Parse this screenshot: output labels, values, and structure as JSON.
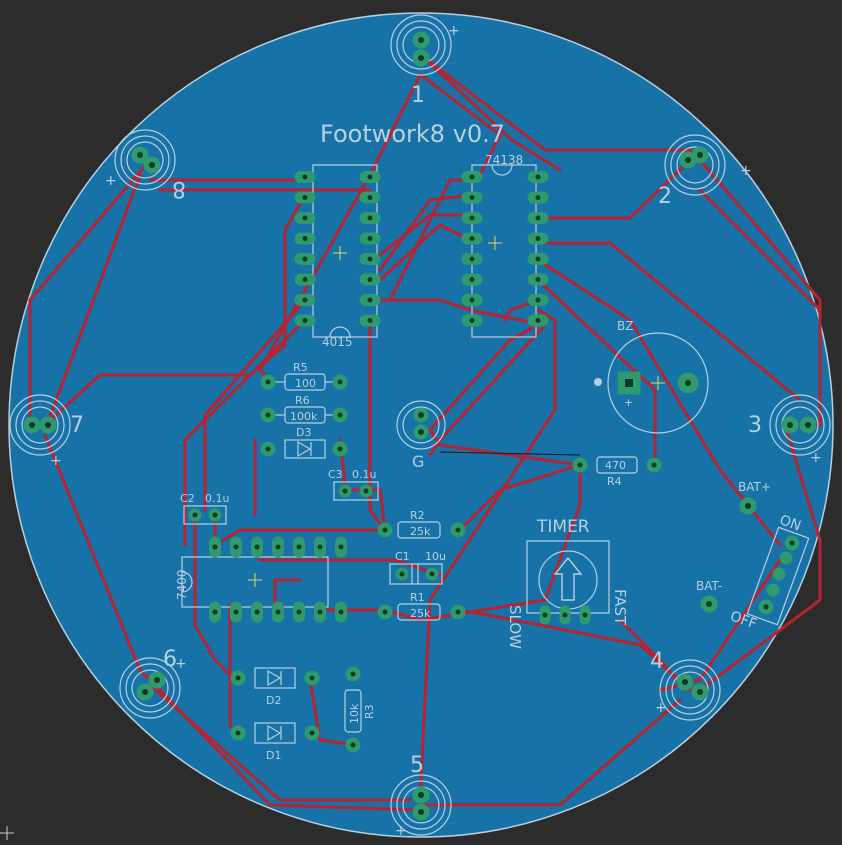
{
  "board": {
    "title": "Footwork8 v0.7",
    "colors": {
      "background": "#2c2c2c",
      "copper": "#1672a7",
      "trace": "#b8232f",
      "pad": "#2e9a6e",
      "silkscreen": "#b8cfe0"
    }
  },
  "connectors": [
    "1",
    "2",
    "3",
    "4",
    "5",
    "6",
    "7",
    "8"
  ],
  "chips": {
    "u1": "4015",
    "u2": "74138",
    "u3": "7400"
  },
  "resistors": {
    "r1": {
      "ref": "R1",
      "value": "25k"
    },
    "r2": {
      "ref": "R2",
      "value": "25k"
    },
    "r3": {
      "ref": "R3",
      "value": "10k"
    },
    "r4": {
      "ref": "R4",
      "value": "470"
    },
    "r5": {
      "ref": "R5",
      "value": "100"
    },
    "r6": {
      "ref": "R6",
      "value": "100k"
    }
  },
  "diodes": {
    "d1": "D1",
    "d2": "D2",
    "d3": "D3"
  },
  "capacitors": {
    "c1": {
      "ref": "C1",
      "value": "10u"
    },
    "c2": {
      "ref": "C2",
      "value": "0.1u"
    },
    "c3": {
      "ref": "C3",
      "value": "0.1u"
    }
  },
  "buzzer": {
    "ref": "BZ",
    "plus": "+"
  },
  "center_label": "G",
  "timer": {
    "title": "TIMER",
    "slow": "SLOW",
    "fast": "FAST"
  },
  "battery": {
    "plus": "BAT+",
    "minus": "BAT-"
  },
  "switch": {
    "on": "ON",
    "off": "OFF"
  },
  "plus_marks": "+"
}
